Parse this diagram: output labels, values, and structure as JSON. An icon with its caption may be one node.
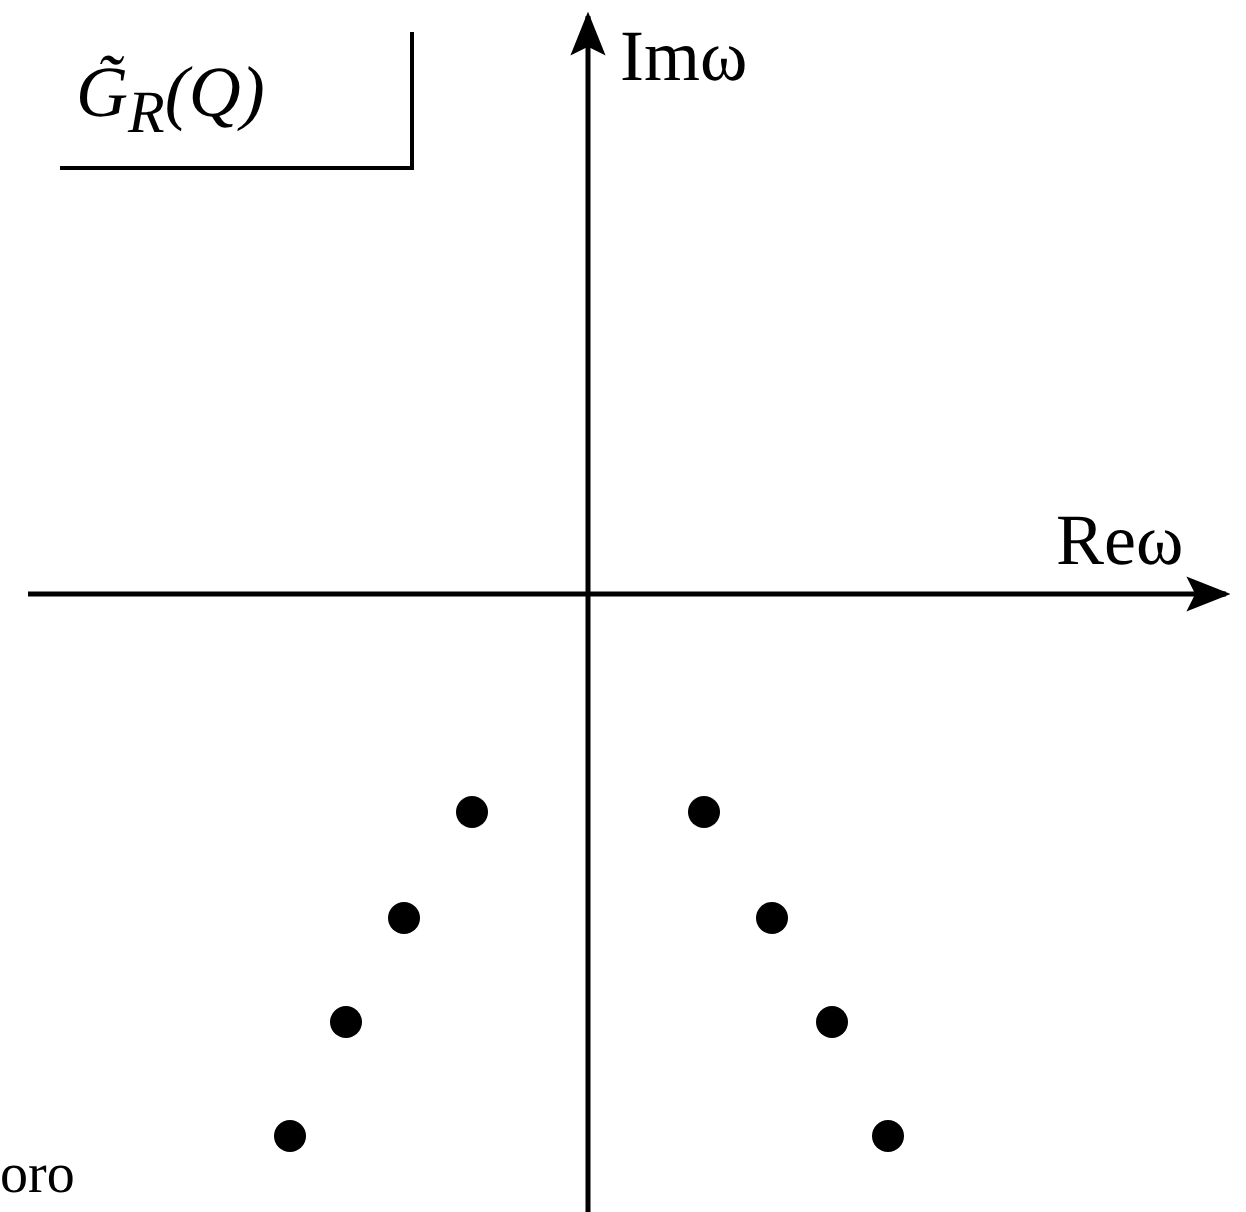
{
  "diagram": {
    "labels": [
      "G̃$_{R}$(Q)",
      "Imω",
      "Reω",
      "oro"
    ]
  }
}
